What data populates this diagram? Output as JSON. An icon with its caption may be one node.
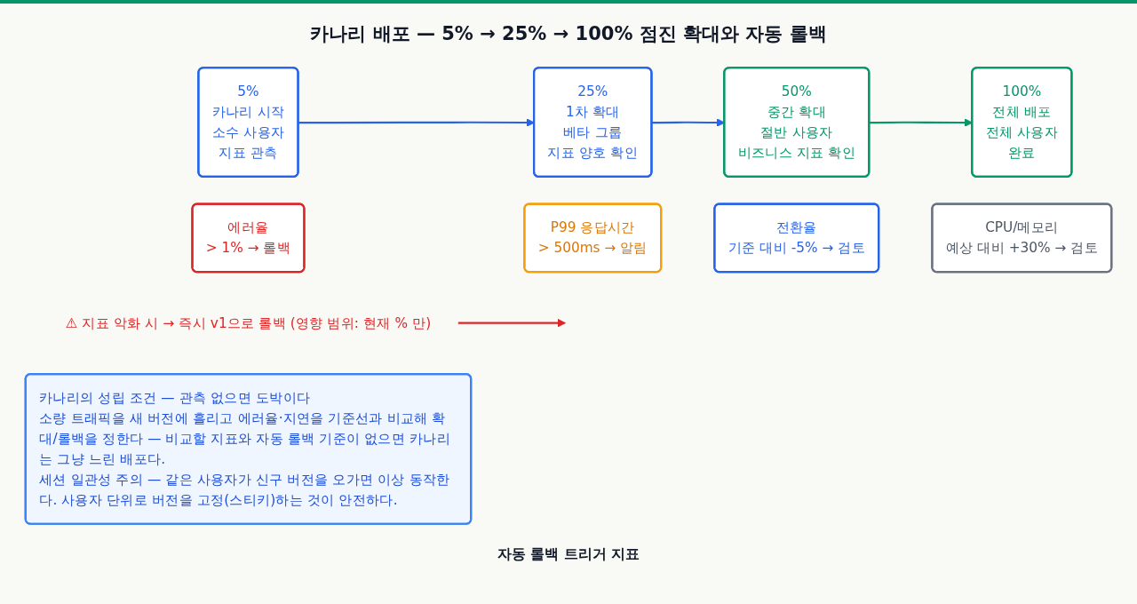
{
  "diagram": {
    "title": "카나리 배포 — 5% → 25% → 100% 점진 확대와 자동 롤백",
    "nodes": [
      {
        "text": [
          "5%",
          "카나리 시작",
          "소수 사용자",
          "지표 관측"
        ]
      },
      {
        "text": [
          "25%",
          "1차 확대",
          "베타 그룹",
          "지표 양호 확인"
        ]
      },
      {
        "text": [
          "50%",
          "중간 확대",
          "절반 사용자",
          "비즈니스 지표 확인"
        ]
      },
      {
        "text": [
          "100%",
          "전체 배포",
          "전체 사용자",
          "완료"
        ]
      },
      {
        "text": [
          "⚠ 지표 악화 시 → 즉시 v1으로 롤백 (영향 범위: 현재 % 만)"
        ]
      },
      {
        "text": [
          "에러율",
          "> 1% → 롤백"
        ]
      },
      {
        "text": [
          "P99 응답시간",
          "> 500ms → 알림"
        ]
      },
      {
        "text": [
          "전환율",
          "기준 대비 -5% → 검토"
        ]
      },
      {
        "text": [
          "CPU/메모리",
          "예상 대비 +30% → 검토"
        ]
      },
      {
        "text": [
          "카나리의 성립 조건 — 관측 없으면 도박이다",
          "소량 트래픽을 새 버전에 흘리고 에러율·지연을 기준선과 비교해 확대/롤백을 정한다 — 비교할 지표와 자동 롤백 기준이 없으면 카나리는 그냥 느린 배포다.",
          "세션 일관성 주의 — 같은 사용자가 신구 버전을 오가면 이상 동작한다. 사용자 단위로 버전을 고정(스티키)하는 것이 안전하다."
        ]
      }
    ],
    "edges": [
      {
        "from": 0,
        "to": 1,
        "arrow": "to"
      },
      {
        "from": 1,
        "to": 2,
        "arrow": "to"
      },
      {
        "from": 2,
        "to": 3,
        "arrow": "to",
        "color": "#059669"
      },
      {
        "from": 4,
        "to": null,
        "arrow": "to",
        "color": "#dc2626"
      }
    ],
    "labels": [
      "자동 롤백 트리거 지표"
    ]
  }
}
